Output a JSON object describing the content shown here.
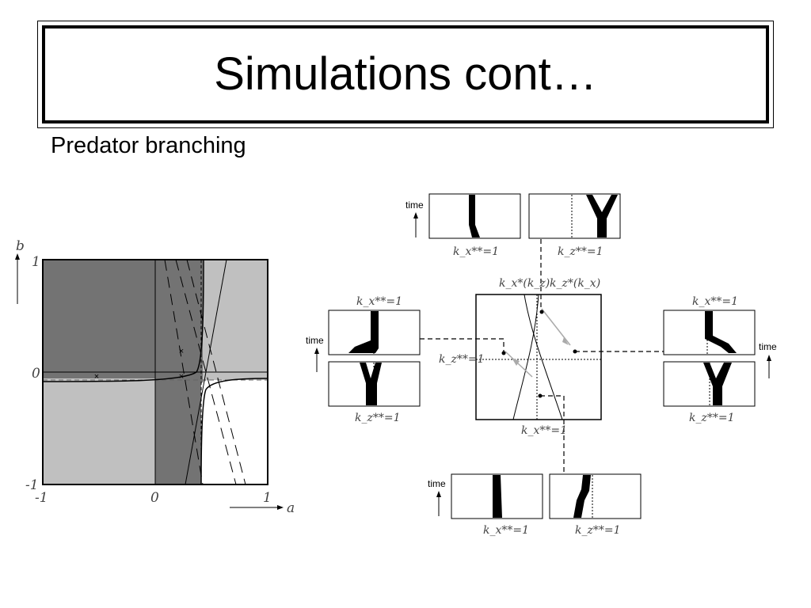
{
  "slide": {
    "title": "Simulations cont…",
    "subtitle": "Predator branching"
  },
  "left_plot": {
    "y_axis_label": "b",
    "x_axis_label": "a",
    "y_ticks": [
      "1",
      "0",
      "-1"
    ],
    "x_ticks": [
      "-1",
      "0",
      "1"
    ],
    "region_colors": {
      "dark": "#737373",
      "light": "#c0c0c0",
      "white": "#ffffff"
    }
  },
  "right_panels": {
    "time_label": "time",
    "top_left_caption": "k_x**=1",
    "top_right_caption": "k_z**=1",
    "left_top_label": "k_x**=1",
    "left_bottom_label": "k_z**=1",
    "right_top_label": "k_x**=1",
    "right_bottom_label": "k_z**=1",
    "bottom_left_caption": "k_x**=1",
    "bottom_right_caption": "k_z**=1",
    "center_curve_label_1": "k_x*(k_z)",
    "center_curve_label_2": "k_z*(k_x)",
    "center_left_label": "k_z**=1",
    "center_bottom_label": "k_x**=1"
  }
}
